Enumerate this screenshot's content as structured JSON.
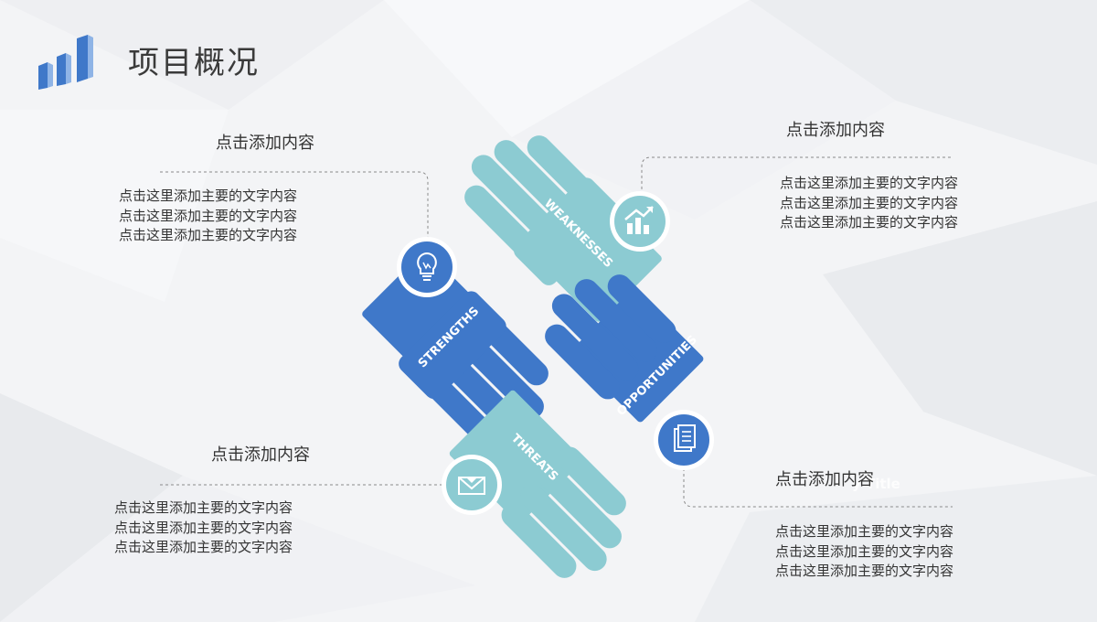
{
  "header": {
    "title": "项目概况",
    "logo_icon": "bar-chart-logo-icon"
  },
  "colors": {
    "blue": "#3f78c9",
    "teal": "#8ccbd2",
    "text": "#333333",
    "line": "#8a8a8a"
  },
  "swot": {
    "strengths": "STRENGTHS",
    "weaknesses": "WEAKNESSES",
    "opportunities": "OPPORTUNITIES",
    "threats": "THREATS"
  },
  "icons": {
    "strengths": "lightbulb-icon",
    "weaknesses": "growth-chart-icon",
    "opportunities": "document-icon",
    "threats": "envelope-icon"
  },
  "blocks": {
    "top_left": {
      "heading": "点击添加内容",
      "lines": [
        "点击这里添加主要的文字内容",
        "点击这里添加主要的文字内容",
        "点击这里添加主要的文字内容"
      ]
    },
    "top_right": {
      "heading": "点击添加内容",
      "lines": [
        "点击这里添加主要的文字内容",
        "点击这里添加主要的文字内容",
        "点击这里添加主要的文字内容"
      ]
    },
    "bottom_left": {
      "heading": "点击添加内容",
      "lines": [
        "点击这里添加主要的文字内容",
        "点击这里添加主要的文字内容",
        "点击这里添加主要的文字内容"
      ]
    },
    "bottom_right": {
      "heading": "点击添加内容",
      "lines": [
        "点击这里添加主要的文字内容",
        "点击这里添加主要的文字内容",
        "点击这里添加主要的文字内容"
      ]
    }
  },
  "ghost_text": "y Title"
}
